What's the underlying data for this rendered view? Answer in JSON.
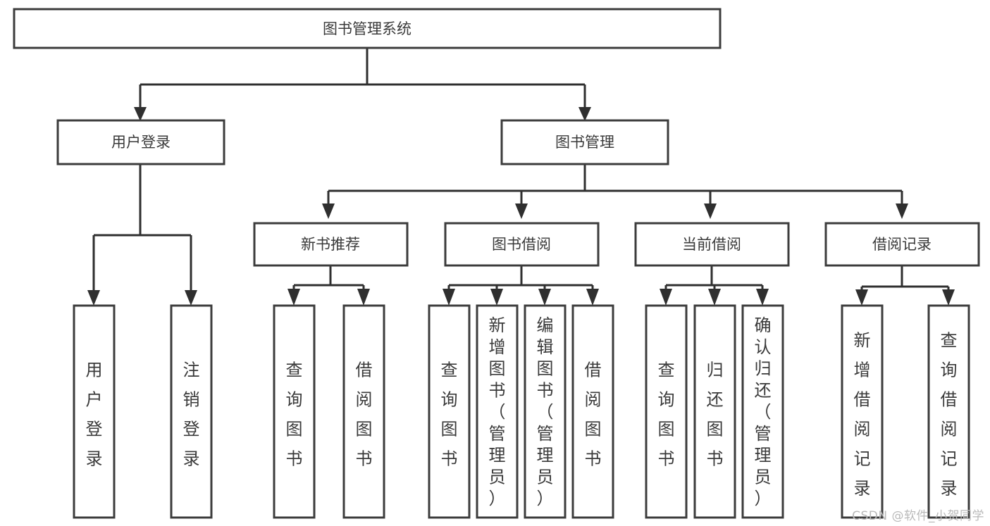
{
  "diagram": {
    "title": "图书管理系统",
    "type": "tree",
    "watermark": "CSDN @软件_小贺同学",
    "colors": {
      "box_border": "#3c3c3c",
      "box_fill": "#ffffff",
      "text": "#3a3a3a",
      "edge": "#2f2f2f",
      "background": "#ffffff",
      "watermark": "#b9b9b9"
    }
  },
  "chart_data": {
    "type": "tree",
    "title": "图书管理系统",
    "root": {
      "id": "root",
      "label": "图书管理系统",
      "level": 0
    },
    "levels": [
      {
        "level": 0,
        "nodes": [
          {
            "id": "root",
            "label": "图书管理系统",
            "orientation": "horizontal"
          }
        ]
      },
      {
        "level": 1,
        "nodes": [
          {
            "id": "login",
            "label": "用户登录",
            "parent": "root",
            "orientation": "horizontal"
          },
          {
            "id": "bookmgmt",
            "label": "图书管理",
            "parent": "root",
            "orientation": "horizontal"
          }
        ]
      },
      {
        "level": 2,
        "nodes": [
          {
            "id": "newbook",
            "label": "新书推荐",
            "parent": "bookmgmt",
            "orientation": "horizontal"
          },
          {
            "id": "borrow",
            "label": "图书借阅",
            "parent": "bookmgmt",
            "orientation": "horizontal"
          },
          {
            "id": "current",
            "label": "当前借阅",
            "parent": "bookmgmt",
            "orientation": "horizontal"
          },
          {
            "id": "records",
            "label": "借阅记录",
            "parent": "bookmgmt",
            "orientation": "horizontal"
          }
        ]
      },
      {
        "level": 3,
        "nodes": [
          {
            "id": "leaf1",
            "label": "用户登录",
            "parent": "login",
            "orientation": "vertical"
          },
          {
            "id": "leaf2",
            "label": "注销登录",
            "parent": "login",
            "orientation": "vertical"
          },
          {
            "id": "leaf3",
            "label": "查询图书",
            "parent": "newbook",
            "orientation": "vertical"
          },
          {
            "id": "leaf4",
            "label": "借阅图书",
            "parent": "newbook",
            "orientation": "vertical"
          },
          {
            "id": "leaf5",
            "label": "查询图书",
            "parent": "borrow",
            "orientation": "vertical"
          },
          {
            "id": "leaf6",
            "label": "新增图书（管理员）",
            "parent": "borrow",
            "orientation": "vertical"
          },
          {
            "id": "leaf7",
            "label": "编辑图书（管理员）",
            "parent": "borrow",
            "orientation": "vertical"
          },
          {
            "id": "leaf8",
            "label": "借阅图书",
            "parent": "borrow",
            "orientation": "vertical"
          },
          {
            "id": "leaf9",
            "label": "查询图书",
            "parent": "current",
            "orientation": "vertical"
          },
          {
            "id": "leaf10",
            "label": "归还图书",
            "parent": "current",
            "orientation": "vertical"
          },
          {
            "id": "leaf11",
            "label": "确认归还（管理员）",
            "parent": "current",
            "orientation": "vertical"
          },
          {
            "id": "leaf12",
            "label": "新增借阅记录",
            "parent": "records",
            "orientation": "vertical"
          },
          {
            "id": "leaf13",
            "label": "查询借阅记录",
            "parent": "records",
            "orientation": "vertical"
          }
        ]
      }
    ],
    "edges": [
      {
        "from": "root",
        "to": "login"
      },
      {
        "from": "root",
        "to": "bookmgmt"
      },
      {
        "from": "bookmgmt",
        "to": "newbook"
      },
      {
        "from": "bookmgmt",
        "to": "borrow"
      },
      {
        "from": "bookmgmt",
        "to": "current"
      },
      {
        "from": "bookmgmt",
        "to": "records"
      },
      {
        "from": "login",
        "to": "leaf1"
      },
      {
        "from": "login",
        "to": "leaf2"
      },
      {
        "from": "newbook",
        "to": "leaf3"
      },
      {
        "from": "newbook",
        "to": "leaf4"
      },
      {
        "from": "borrow",
        "to": "leaf5"
      },
      {
        "from": "borrow",
        "to": "leaf6"
      },
      {
        "from": "borrow",
        "to": "leaf7"
      },
      {
        "from": "borrow",
        "to": "leaf8"
      },
      {
        "from": "current",
        "to": "leaf9"
      },
      {
        "from": "current",
        "to": "leaf10"
      },
      {
        "from": "current",
        "to": "leaf11"
      },
      {
        "from": "records",
        "to": "leaf12"
      },
      {
        "from": "records",
        "to": "leaf13"
      }
    ]
  },
  "nodes": {
    "root": "图书管理系统",
    "login": "用户登录",
    "bookmgmt": "图书管理",
    "newbook": "新书推荐",
    "borrow": "图书借阅",
    "current": "当前借阅",
    "records": "借阅记录",
    "leaf1": "用户登录",
    "leaf2": "注销登录",
    "leaf3": "查询图书",
    "leaf4": "借阅图书",
    "leaf5": "查询图书",
    "leaf6": "新增图书（管理员）",
    "leaf7": "编辑图书（管理员）",
    "leaf8": "借阅图书",
    "leaf9": "查询图书",
    "leaf10": "归还图书",
    "leaf11": "确认归还（管理员）",
    "leaf12": "新增借阅记录",
    "leaf13": "查询借阅记录"
  },
  "watermark": {
    "text": "CSDN @软件_小贺同学"
  }
}
